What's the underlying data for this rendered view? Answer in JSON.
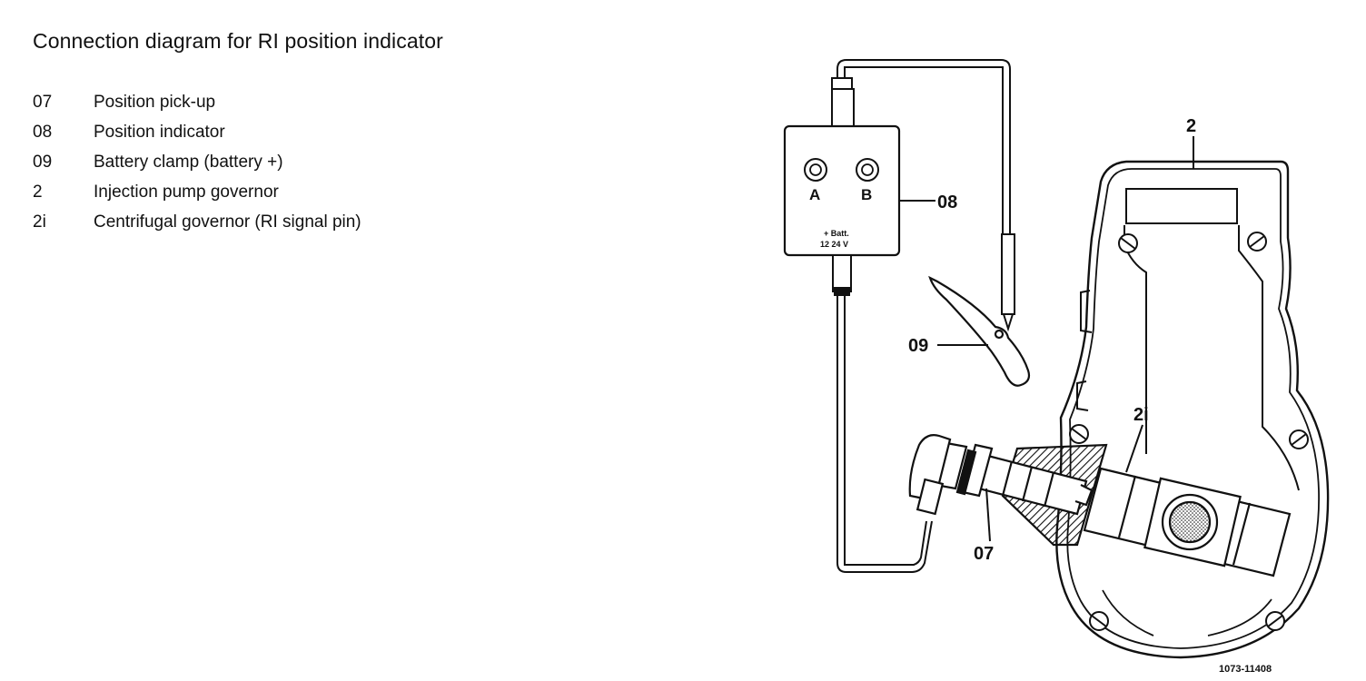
{
  "title": "Connection diagram for RI position indicator",
  "legend": [
    {
      "code": "07",
      "label": "Position pick-up"
    },
    {
      "code": "08",
      "label": "Position indicator"
    },
    {
      "code": "09",
      "label": "Battery clamp (battery +)"
    },
    {
      "code": "2",
      "label": "Injection pump governor"
    },
    {
      "code": "2i",
      "label": "Centrifugal governor (RI signal pin)"
    }
  ],
  "diagram": {
    "callout_08": "08",
    "callout_09": "09",
    "callout_07": "07",
    "callout_2": "2",
    "callout_2i": "2i",
    "terminal_a": "A",
    "terminal_b": "B",
    "batt_label": "+ Batt.",
    "voltage_label": "12   24 V",
    "figure_id": "1073-11408"
  }
}
